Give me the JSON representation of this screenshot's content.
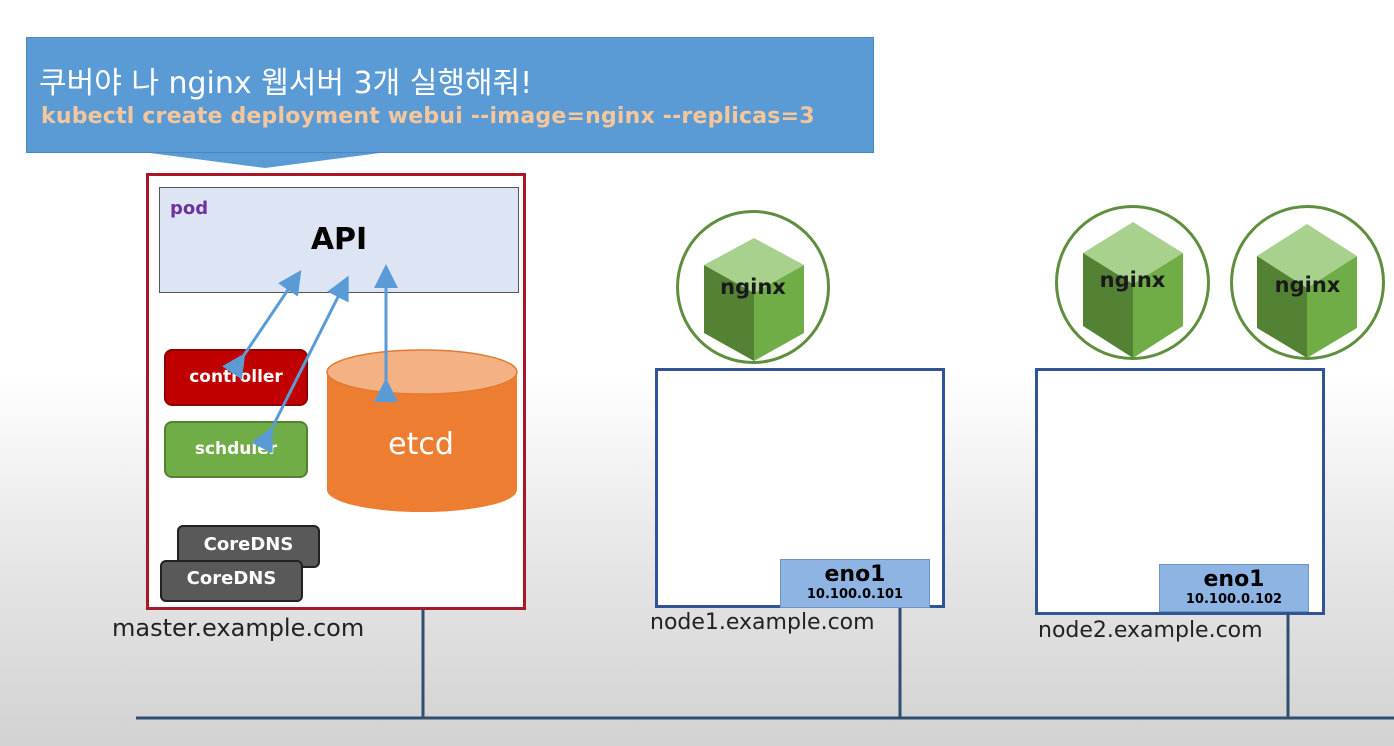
{
  "callout": {
    "title": "쿠버야 나 nginx 웹서버 3개 실행해줘!",
    "command": "kubectl create deployment webui --image=nginx --replicas=3"
  },
  "master": {
    "pod_label": "pod",
    "api_label": "API",
    "controller_label": "controller",
    "scheduler_label": "schduler",
    "etcd_label": "etcd",
    "coredns_labels": [
      "CoreDNS",
      "CoreDNS"
    ],
    "hostname": "master.example.com"
  },
  "nodes": [
    {
      "hostname": "node1.example.com",
      "nic": "eno1",
      "ip": "10.100.0.101",
      "pods": [
        "nginx"
      ]
    },
    {
      "hostname": "node2.example.com",
      "nic": "eno1",
      "ip": "10.100.0.102",
      "pods": [
        "nginx",
        "nginx"
      ]
    }
  ],
  "colors": {
    "callout_bg": "#5b9bd5",
    "command_text": "#f7c79c",
    "master_border": "#a8182a",
    "pod_bg": "#dde4f4",
    "pod_label": "#7030a0",
    "controller": "#c00000",
    "scheduler": "#70ad47",
    "etcd": "#ed7d31",
    "coredns": "#595959",
    "node_border": "#2f5597",
    "nic_bg": "#8eb4e3",
    "nginx_cube": "#70ad47",
    "arrow": "#5b9bd5",
    "network_line": "#2f4f6f"
  }
}
